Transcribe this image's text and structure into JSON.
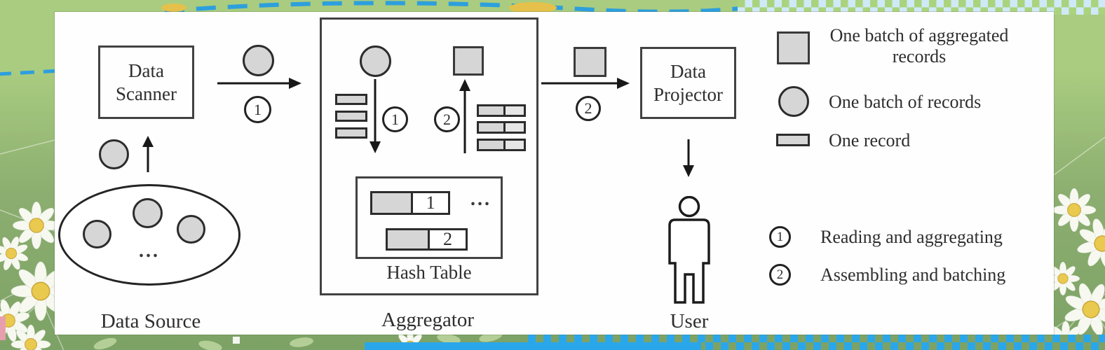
{
  "colors": {
    "panel": "#fefefe",
    "ink": "#2e2e2e",
    "shape_fill": "#d6d6d6",
    "shape_fill_light": "#e6e6e6",
    "bg_top": "#a9cc80",
    "bg_bottom": "#7da266",
    "dash_blue": "#2d9fdd",
    "bar_blue": "#2aa7ea",
    "check_blue": "#cfe9f7",
    "check_green": "#abd37e",
    "daisy_yellow": "#e9c94e",
    "leaf_green": "#b9d49c"
  },
  "figure": {
    "scanner": {
      "line1": "Data",
      "line2": "Scanner"
    },
    "source": {
      "label": "Data Source",
      "dots": "..."
    },
    "flow1": {
      "badge": "1"
    },
    "flow2": {
      "badge": "2"
    },
    "aggregator": {
      "label": "Aggregator",
      "badge1": "1",
      "badge2": "2",
      "hash_table": {
        "label": "Hash Table",
        "key1": "1",
        "key2": "2",
        "dots": "..."
      }
    },
    "projector": {
      "line1": "Data",
      "line2": "Projector"
    },
    "user": {
      "label": "User"
    },
    "legend": {
      "batch_aggregated": "One batch of aggregated records",
      "batch_records": "One batch of records",
      "one_record": "One record",
      "step1_badge": "1",
      "step1_label": "Reading and aggregating",
      "step2_badge": "2",
      "step2_label": "Assembling and batching"
    }
  }
}
